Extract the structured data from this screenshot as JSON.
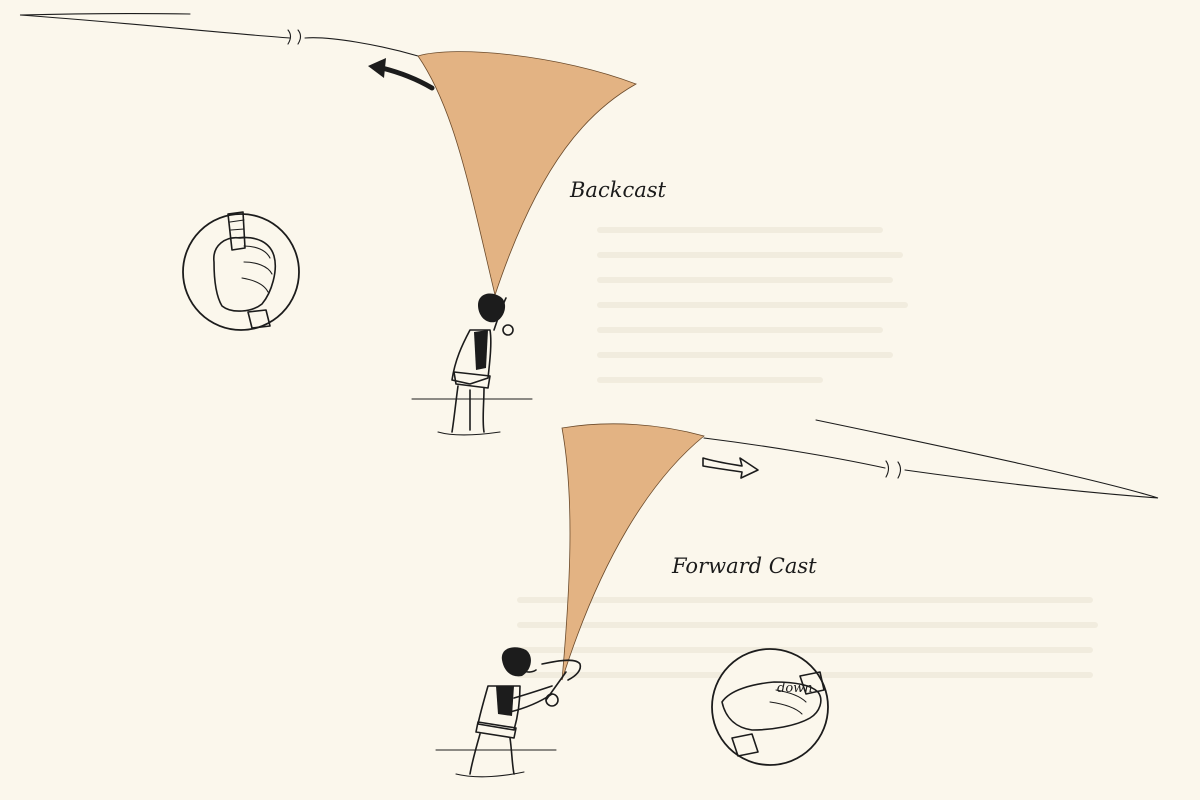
{
  "labels": {
    "backcast": "Backcast",
    "forward_cast": "Forward Cast",
    "inset_forward_text": "down"
  },
  "colors": {
    "background": "#fbf7ec",
    "arc_fill": "#e3b383",
    "ink": "#1c1c1c"
  }
}
